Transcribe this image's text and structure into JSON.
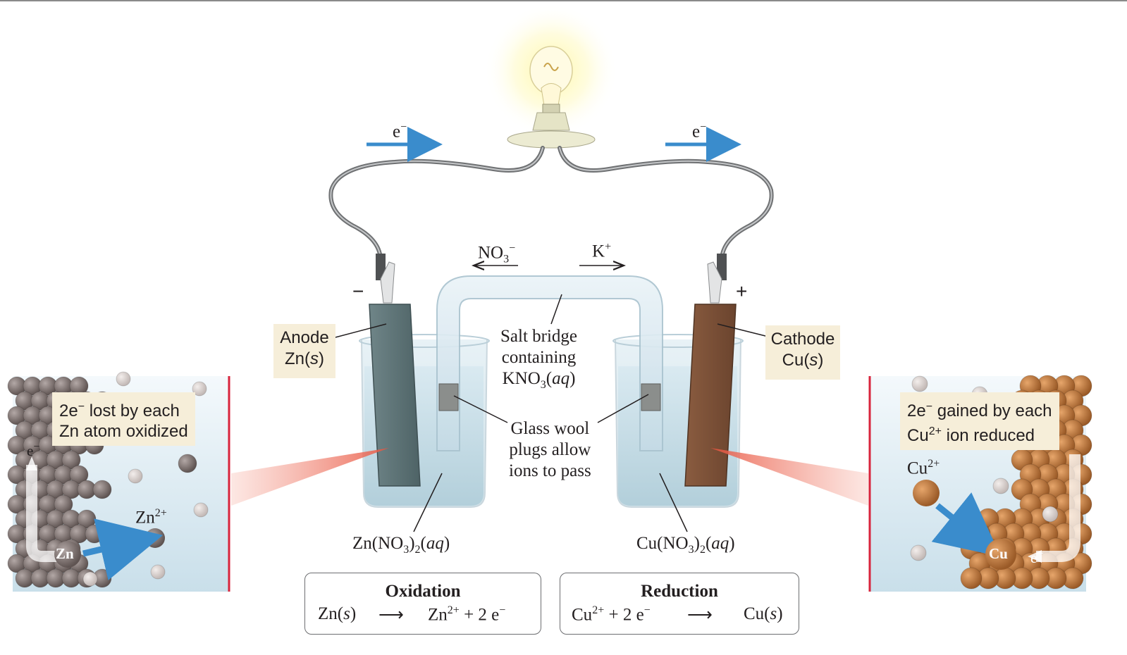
{
  "electron_flow": {
    "left_label": "e−",
    "right_label": "e−"
  },
  "ion_flow": {
    "nitrate_label": "NO3−",
    "potassium_label": "K+"
  },
  "electrodes": {
    "anode": {
      "name": "Anode",
      "formula": "Zn(s)",
      "sign": "−",
      "color": "#5e7578"
    },
    "cathode": {
      "name": "Cathode",
      "formula": "Cu(s)",
      "sign": "+",
      "color": "#7b5138"
    }
  },
  "salt_bridge": {
    "line1": "Salt bridge",
    "line2": "containing",
    "line3": "KNO3(aq)"
  },
  "glass_wool": {
    "line1": "Glass wool",
    "line2": "plugs allow",
    "line3": "ions to pass"
  },
  "solutions": {
    "left": "Zn(NO3)2(aq)",
    "right": "Cu(NO3)2(aq)"
  },
  "half_reactions": {
    "oxidation": {
      "title": "Oxidation",
      "reactant": "Zn(s)",
      "product": "Zn2+ + 2 e−"
    },
    "reduction": {
      "title": "Reduction",
      "reactant": "Cu2+ + 2 e−",
      "product": "Cu(s)"
    }
  },
  "left_inset": {
    "note_line1": "2e− lost by each",
    "note_line2": "Zn atom oxidized",
    "electron_label": "e−",
    "ion_label": "Zn2+",
    "atom_label": "Zn"
  },
  "right_inset": {
    "note_line1": "2e− gained by each",
    "note_line2": "Cu2+ ion reduced",
    "ion_label": "Cu2+",
    "atom_label": "Cu",
    "electron_label": "e−"
  },
  "colors": {
    "electron_arrow": "#3a8ccc",
    "zinc": "#7a6e6c",
    "copper": "#b9773f",
    "solution": "#c9e0ea",
    "label_box": "#f6eed9",
    "callout": "#e9523c"
  }
}
